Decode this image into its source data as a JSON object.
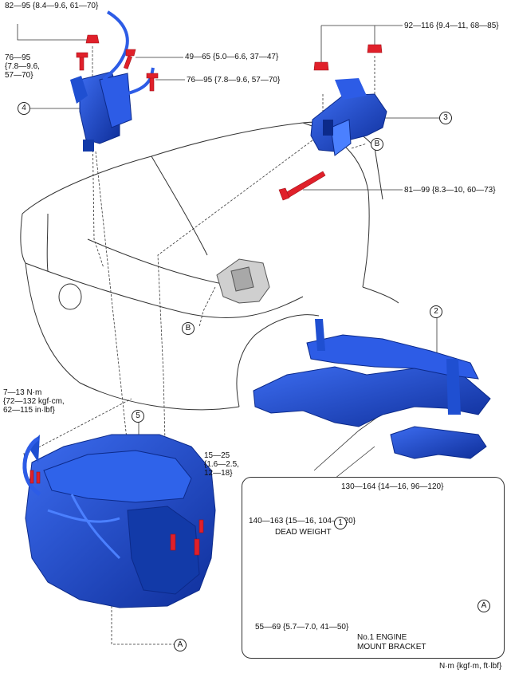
{
  "torques": {
    "t1": "82—95 {8.4—9.6, 61—70}",
    "t2": "76—95\n{7.8—9.6,\n57—70}",
    "t3": "49—65 {5.0—6.6, 37—47}",
    "t4": "76—95 {7.8—9.6, 57—70}",
    "t5": "92—116 {9.4—11, 68—85}",
    "t6": "81—99 {8.3—10, 60—73}",
    "t7": "7—13 N·m\n{72—132 kgf·cm,\n62—115 in·lbf}",
    "t8": "15—25\n{1.6—2.5,\n12—18}",
    "t9": "130—164 {14—16, 96—120}",
    "t10": "140—163 {15—16, 104—120}",
    "t11": "55—69 {5.7—7.0, 41—50}"
  },
  "labels": {
    "dead_weight": "DEAD WEIGHT",
    "bracket_line1": "No.1 ENGINE",
    "bracket_line2": "MOUNT BRACKET",
    "unit_note": "N·m {kgf·m, ft·lbf}"
  },
  "callouts": {
    "c1": "1",
    "c2": "2",
    "c3": "3",
    "c4": "4",
    "c5": "5",
    "ref_a": "A",
    "ref_b": "B"
  },
  "colors": {
    "part_blue": "#1f4fd1",
    "part_dark": "#0c2a8a",
    "bolt_red": "#e0202a",
    "outline": "#333333"
  }
}
